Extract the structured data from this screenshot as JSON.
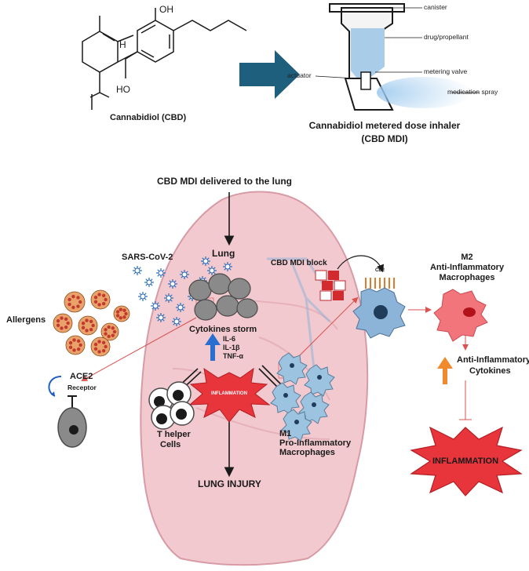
{
  "molecule": {
    "caption": "Cannabidiol (CBD)",
    "atom_oh_top": "OH",
    "atom_ho_bottom": "HO",
    "atom_h": "H"
  },
  "inhaler": {
    "caption_line1": "Cannabidiol metered dose inhaler",
    "caption_line2": "(CBD MDI)",
    "labels": {
      "canister": "canister",
      "drug": "drug/propellant",
      "actuator": "actuator",
      "valve": "metering valve",
      "spray": "medication spray"
    }
  },
  "pathway": {
    "delivered": "CBD MDI delivered to the lung",
    "lung": "Lung",
    "virus": "SARS-CoV-2",
    "allergens": "Allergens",
    "ace2": "ACE2",
    "receptor": "Receptor",
    "cytokine_storm": "Cytokines storm",
    "cytokines": [
      "IL-6",
      "IL-1β",
      "TNF-α"
    ],
    "inflammation_center": "INFLAMMATION",
    "t_helper_line1": "T helper",
    "t_helper_line2": "Cells",
    "m1_line1": "M1",
    "m1_line2": "Pro-Inflammatory",
    "m1_line3": "Macrophages",
    "lung_injury": "LUNG INJURY",
    "cbd_block": "CBD MDI block",
    "cb2": "CB2",
    "m2_line1": "M2",
    "m2_line2": "Anti-Inflammatory",
    "m2_line3": "Macrophages",
    "anti_cyt_line1": "Anti-Inflammatory",
    "anti_cyt_line2": "Cytokines",
    "inflammation_big": "INFLAMMATION"
  },
  "colors": {
    "lung_fill": "#f1c9cf",
    "lung_stroke": "#d89aa5",
    "arrow_blue": "#1f5f7e",
    "virus": "#2f6fb8",
    "allergen": "#c23a2e",
    "burst_red": "#e8343b",
    "m2_cell": "#f2757b",
    "m1_cell": "#9cc3e0",
    "up_orange": "#f08a2c",
    "up_blue": "#2a6fd0"
  }
}
